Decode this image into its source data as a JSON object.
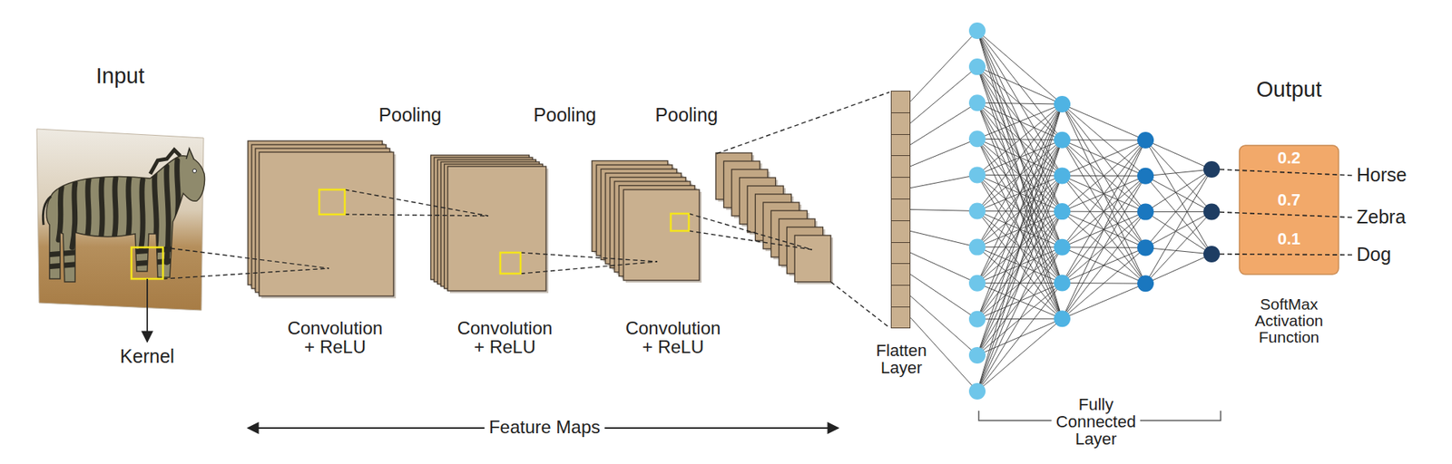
{
  "diagram": {
    "nodes": [
      {
        "text": [
          "Flatten Layer"
        ]
      },
      {
        "text": [
          "0.2",
          "0.7",
          "0.1",
          "SoftMax Activation Function"
        ]
      }
    ],
    "labels": [
      "Input",
      "Kernel",
      "Pooling",
      "Pooling",
      "Pooling",
      "Convolution + ReLU",
      "Convolution + ReLU",
      "Convolution + ReLU",
      "Feature Maps",
      "Fully Connected Layer",
      "Output",
      "Horse",
      "Zebra",
      "Dog"
    ]
  }
}
